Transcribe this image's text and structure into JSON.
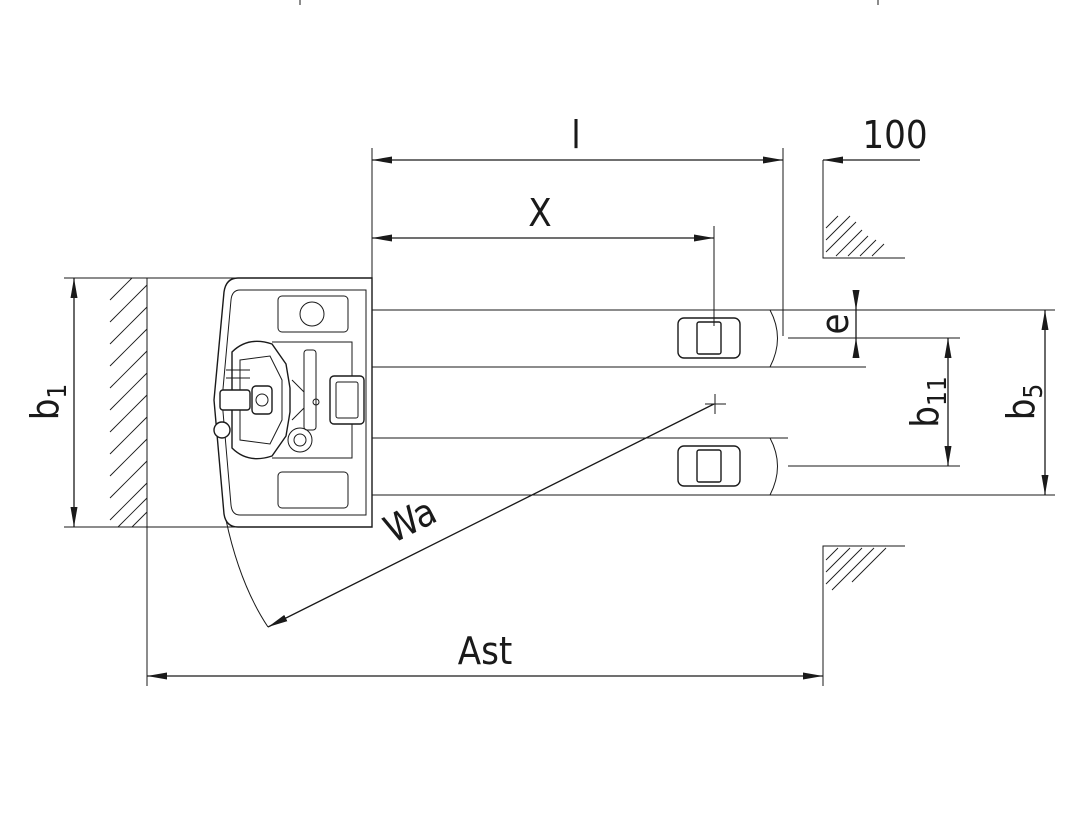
{
  "dimensions": {
    "length": "l",
    "clearance": "100",
    "load_center": "X",
    "fork_offset": "e",
    "fork_spread_base": "b",
    "fork_spread_sub": "11",
    "fork_width_base": "b",
    "fork_width_sub": "5",
    "truck_width_base": "b",
    "truck_width_sub": "1",
    "turning_radius": "Wa",
    "aisle_width": "Ast"
  }
}
